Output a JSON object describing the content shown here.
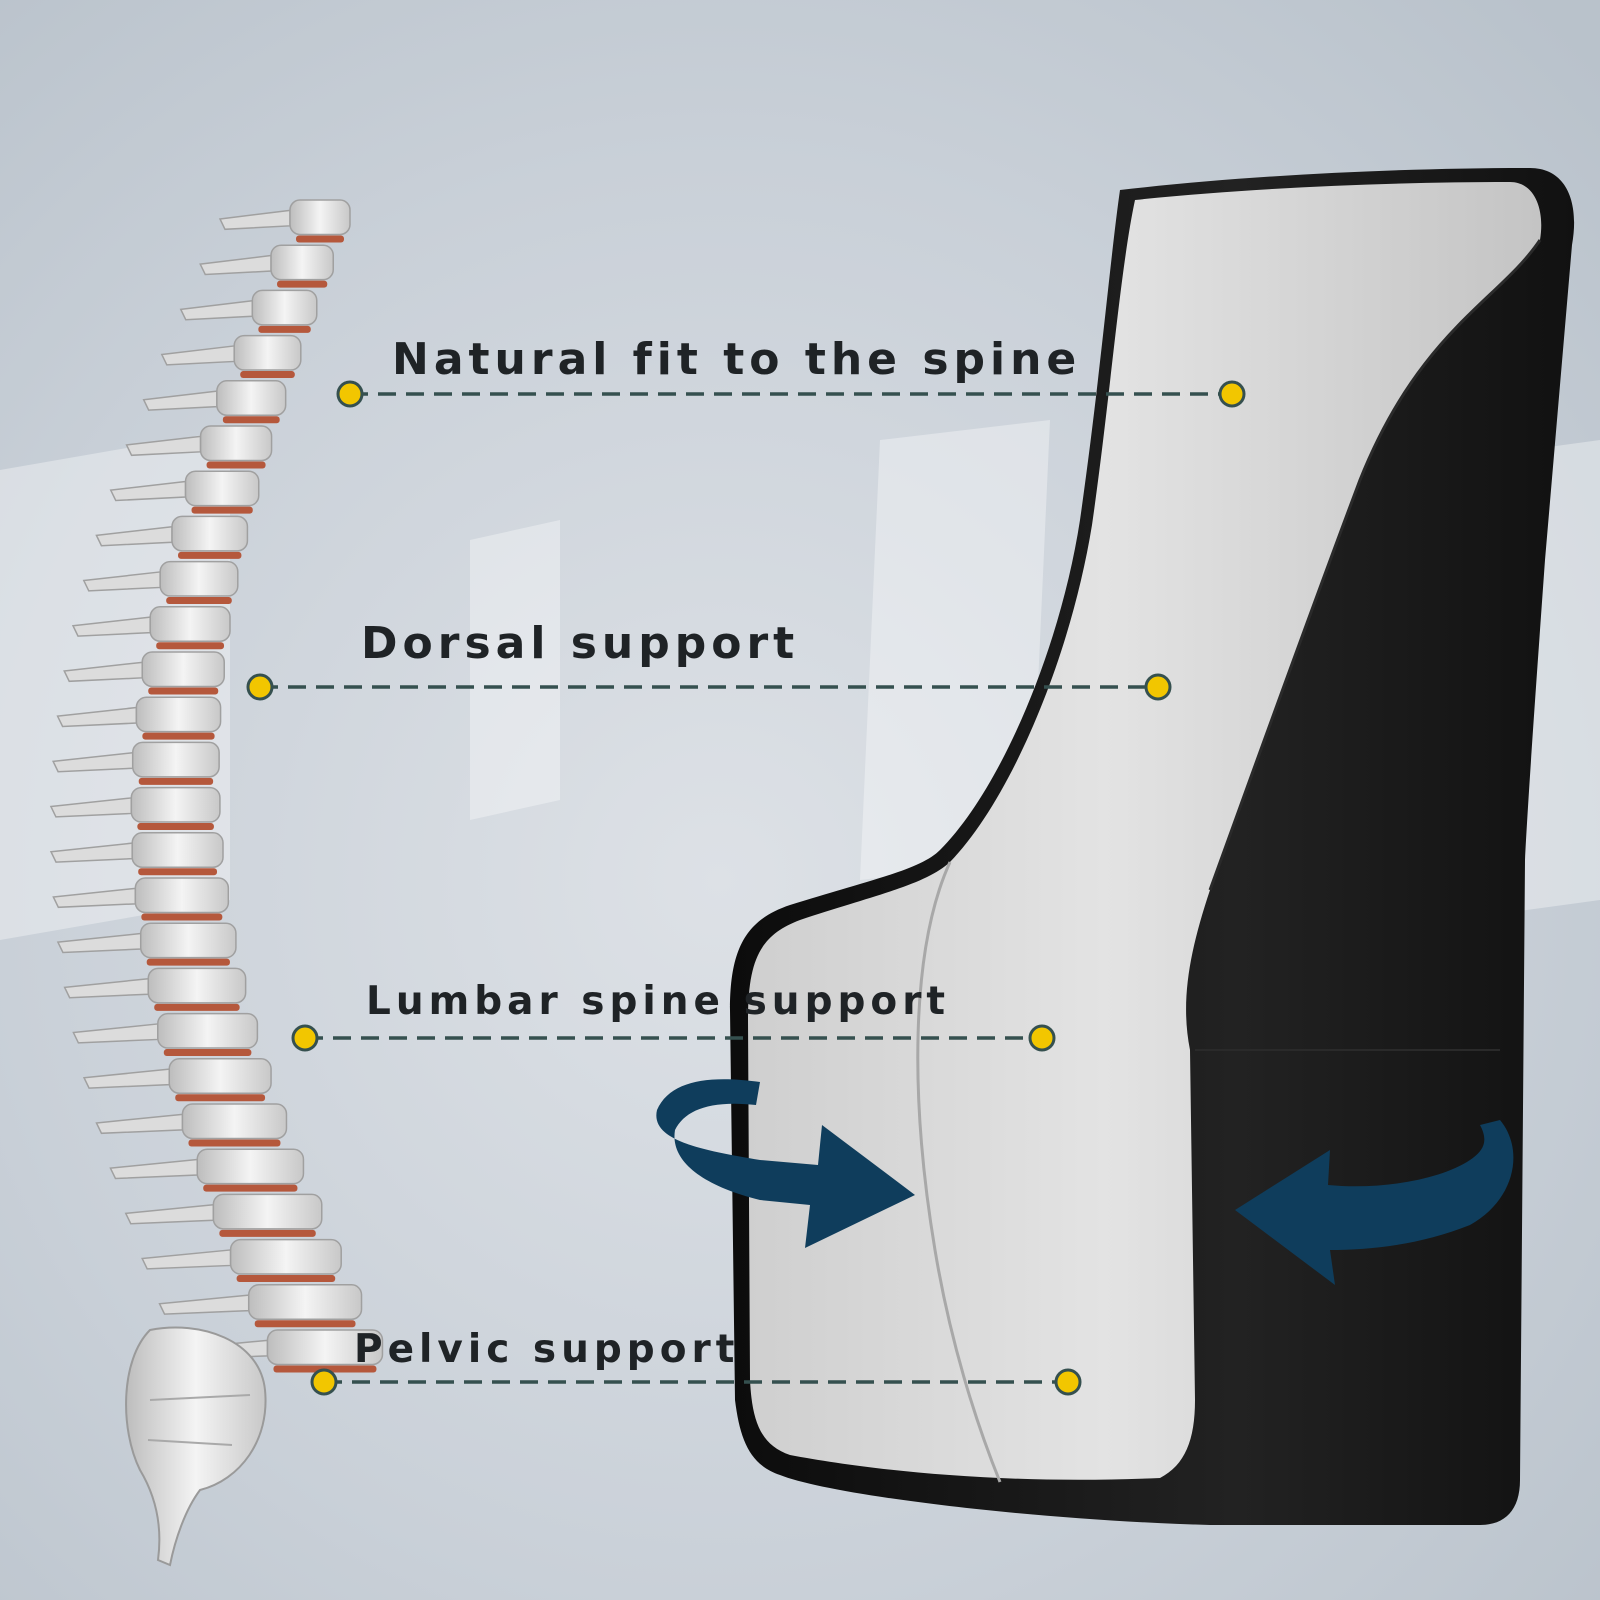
{
  "callouts": [
    {
      "label": "Natural fit to the spine"
    },
    {
      "label": "Dorsal support"
    },
    {
      "label": "Lumbar spine support"
    },
    {
      "label": "Pelvic support"
    }
  ],
  "colors": {
    "background": "#c5ccd4",
    "text": "#1f2326",
    "dot": "#f2c600",
    "dot_outline": "#35504f",
    "connector": "#35504f",
    "arrow": "#0f3d5c",
    "cushion_light": "#dcdcdc",
    "cushion_dark": "#141414",
    "bone": "#eeeeee",
    "disc": "#b5583c"
  },
  "icons": [
    "spine-illustration",
    "lumbar-cushion",
    "compress-arrow-left",
    "compress-arrow-right"
  ]
}
